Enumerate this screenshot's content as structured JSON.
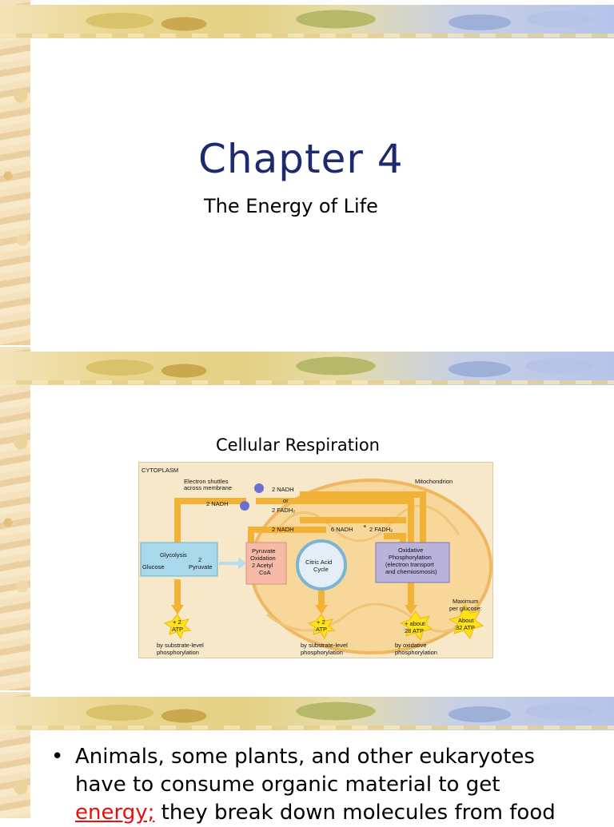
{
  "slide1": {
    "title": "Chapter 4",
    "subtitle": "The Energy of Life"
  },
  "slide2": {
    "heading": "Cellular Respiration",
    "diagram": {
      "cytoplasm": "CYTOPLASM",
      "shuttles_1": "Electron shuttles",
      "shuttles_2": "across membrane",
      "nadh_outer": "2 NADH",
      "nadh_top": "2 NADH",
      "or": "or",
      "fadh2_top": "2 FADH₂",
      "nadh_mid": "2 NADH",
      "nadh_six": "6 NADH",
      "plus": "+",
      "fadh2_mid": "2 FADH₂",
      "mitochondrion": "Mitochondrion",
      "glycolysis": "Glycolysis",
      "glucose": "Glucose",
      "pyruvate_1": "2",
      "pyruvate_2": "Pyruvate",
      "pox_1": "Pyruvate",
      "pox_2": "Oxidation",
      "pox_3": "2 Acetyl",
      "pox_4": "CoA",
      "citric_1": "Citric Acid",
      "citric_2": "Cycle",
      "ox_1": "Oxidative",
      "ox_2": "Phosphorylation",
      "ox_3": "(electron transport",
      "ox_4": "and chemiosmosis)",
      "max_1": "Maximum",
      "max_2": "per glucose:",
      "atp1_1": "+ 2",
      "atp1_2": "ATP",
      "atp2_1": "+ 2",
      "atp2_2": "ATP",
      "atp3_1": "+ about",
      "atp3_2": "28 ATP",
      "about_1": "About",
      "about_2": "32 ATP",
      "sub1_1": "by substrate-level",
      "sub1_2": "phosphorylation",
      "sub2_1": "by substrate-level",
      "sub2_2": "phosphorylation",
      "sub3_1": "by oxidative",
      "sub3_2": "phosphorylation",
      "colors": {
        "background": "#f6e8c8",
        "arrow": "#f2b236",
        "glycolysis_box": "#a8d8ea",
        "pyruvate_box": "#f7b9a8",
        "oxidative_box": "#b9b3dc",
        "atp_star": "#ffe21a"
      }
    }
  },
  "slide3": {
    "bullet": "•",
    "line1": "Animals, some plants, and other eukaryotes",
    "line2": "have to consume organic material to get",
    "line3_red": "energy;",
    "line3_rest": " they break down molecules from food"
  }
}
